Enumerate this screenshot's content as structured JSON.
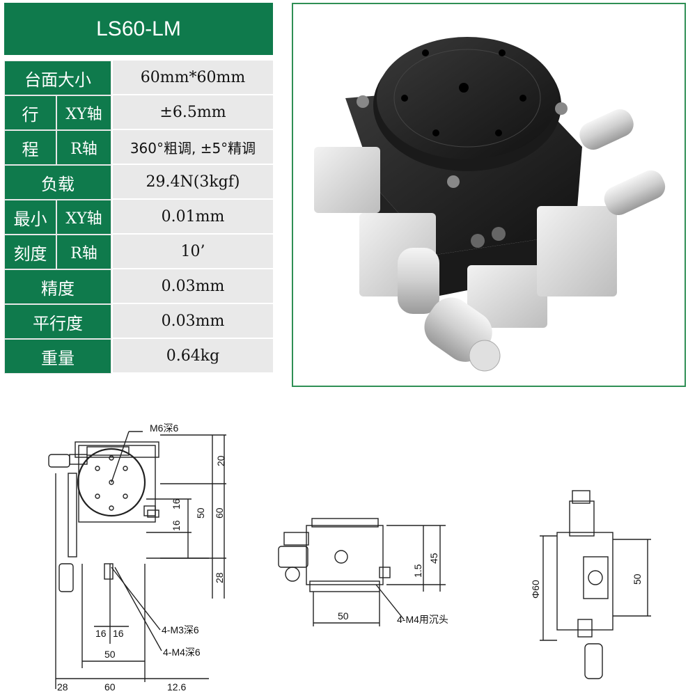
{
  "model": "LS60-LM",
  "specs": {
    "table_size": {
      "label": "台面大小",
      "value": "60mm*60mm"
    },
    "travel": {
      "label_1": "行",
      "label_2": "程",
      "xy_axis_label": "XY轴",
      "xy_value": "±6.5mm",
      "r_axis_label": "R轴",
      "r_value": "360°粗调, ±5°精调"
    },
    "load": {
      "label": "负载",
      "value": "29.4N(3kgf)"
    },
    "min_scale": {
      "label_1": "最小",
      "label_2": "刻度",
      "xy_axis_label": "XY轴",
      "xy_value": "0.01mm",
      "r_axis_label": "R轴",
      "r_value": "10’"
    },
    "accuracy": {
      "label": "精度",
      "value": "0.03mm"
    },
    "parallelism": {
      "label": "平行度",
      "value": "0.03mm"
    },
    "weight": {
      "label": "重量",
      "value": "0.64kg"
    }
  },
  "drawing_labels": {
    "m6_depth": "M6深6",
    "m3_depth": "4-M3深6",
    "m4_depth": "4-M4深6",
    "m4_counterbore": "4-M4用沉头",
    "d20": "20",
    "d60v": "60",
    "d50v": "50",
    "d16a": "16",
    "d16b": "16",
    "d28v": "28",
    "d16h1": "16",
    "d16h2": "16",
    "d50h": "50",
    "d28h": "28",
    "d60h": "60",
    "d12_6": "12.6",
    "d1_5": "1.5",
    "d45": "45",
    "d50side": "50",
    "phi60": "Φ60",
    "d50right": "50"
  },
  "colors": {
    "brand_green": "#0f7a4c",
    "value_bg": "#e9e9e9",
    "frame_green": "#2f8f55"
  }
}
